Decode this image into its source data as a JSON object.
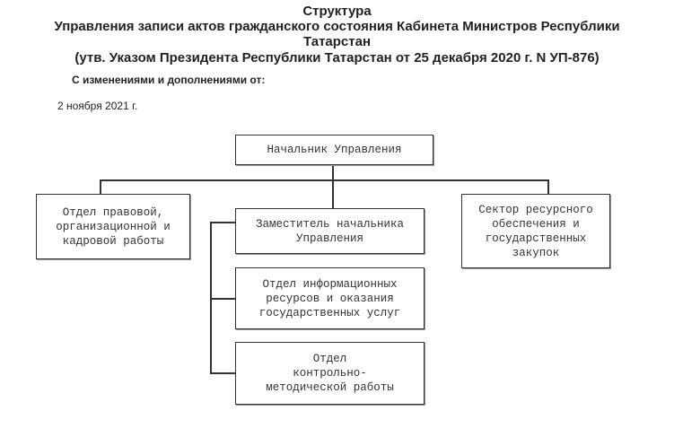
{
  "header": {
    "title": "Структура",
    "line2": "Управления записи актов гражданского состояния Кабинета Министров Республики",
    "line3": "Татарстан",
    "line4": "(утв. Указом Президента Республики Татарстан от 25 декабря 2020 г. N УП-876)",
    "changes_label": "С изменениями и дополнениями от:",
    "change_date": "2 ноября 2021 г."
  },
  "chart": {
    "head": "Начальник Управления",
    "legal": "Отдел правовой,\nорганизационной и\nкадровой работы",
    "deputy": "Заместитель начальника\nУправления",
    "resource": "Сектор ресурсного\nобеспечения и\nгосударственных\nзакупок",
    "info": "Отдел информационных\nресурсов и оказания\nгосударственных услуг",
    "control": "Отдел\nконтрольно-\nметодической работы"
  }
}
